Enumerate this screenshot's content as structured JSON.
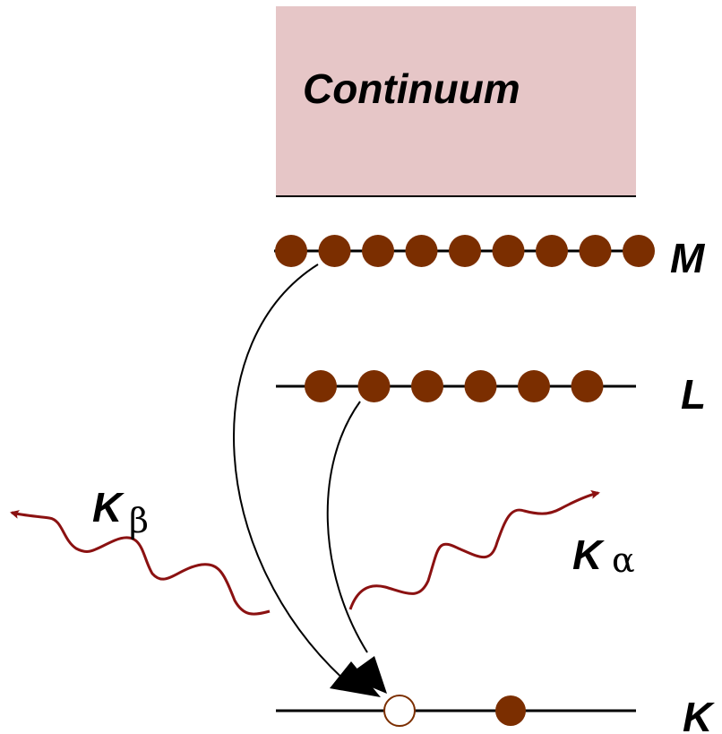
{
  "continuum": {
    "label": "Continuum",
    "fill_color": "#e6c6c7"
  },
  "levels": [
    {
      "id": "M",
      "label": "M",
      "filled_electrons": 9,
      "vacancies": 0
    },
    {
      "id": "L",
      "label": "L",
      "filled_electrons": 6,
      "vacancies": 0
    },
    {
      "id": "K",
      "label": "K",
      "filled_electrons": 1,
      "vacancies": 1
    }
  ],
  "transitions": [
    {
      "id": "k-beta",
      "from": "M",
      "to": "K",
      "letter": "K",
      "subscript": "β"
    },
    {
      "id": "k-alpha",
      "from": "L",
      "to": "K",
      "letter": "K",
      "subscript": "α"
    }
  ],
  "colors": {
    "electron": "#7b2e00",
    "photon": "#8b1111",
    "level_line": "#000000",
    "vacancy_fill": "#ffffff"
  }
}
